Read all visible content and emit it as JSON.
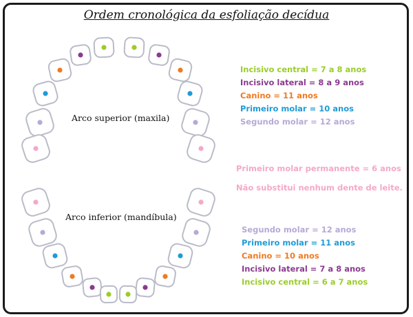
{
  "title": "Ordem cronológica da esfoliação decídua",
  "upper_arch_label": "Arco superior (maxila)",
  "lower_arch_label": "Arco inferior (mandíbula)",
  "colors": {
    "central": "#9acd2a",
    "lateral": "#8b3a8f",
    "canine": "#f07a22",
    "first_molar": "#1f9bd7",
    "second_molar": "#b7a9d6",
    "permanent": "#f4a9c7"
  },
  "upper_legend": [
    {
      "text": "Incisivo central = 7 a 8 anos",
      "color": "#9acd2a"
    },
    {
      "text": "Incisivo lateral = 8 a 9 anos",
      "color": "#8b3a8f"
    },
    {
      "text": "Canino = 11 anos",
      "color": "#f07a22"
    },
    {
      "text": "Primeiro molar = 10 anos",
      "color": "#1f9bd7"
    },
    {
      "text": "Segundo molar = 12 anos",
      "color": "#b7a9d6"
    }
  ],
  "permanent_note": "Primeiro molar permanente = 6 anos",
  "permanent_note2": "Não substitui nenhum dente de leite.",
  "lower_legend": [
    {
      "text": "Segundo molar = 12 anos",
      "color": "#b7a9d6"
    },
    {
      "text": "Primeiro molar = 11 anos",
      "color": "#1f9bd7"
    },
    {
      "text": "Canino = 10 anos",
      "color": "#f07a22"
    },
    {
      "text": "Incisivo lateral = 7 a 8 anos",
      "color": "#8b3a8f"
    },
    {
      "text": "Incisivo central = 6 a 7 anos",
      "color": "#9acd2a"
    }
  ]
}
